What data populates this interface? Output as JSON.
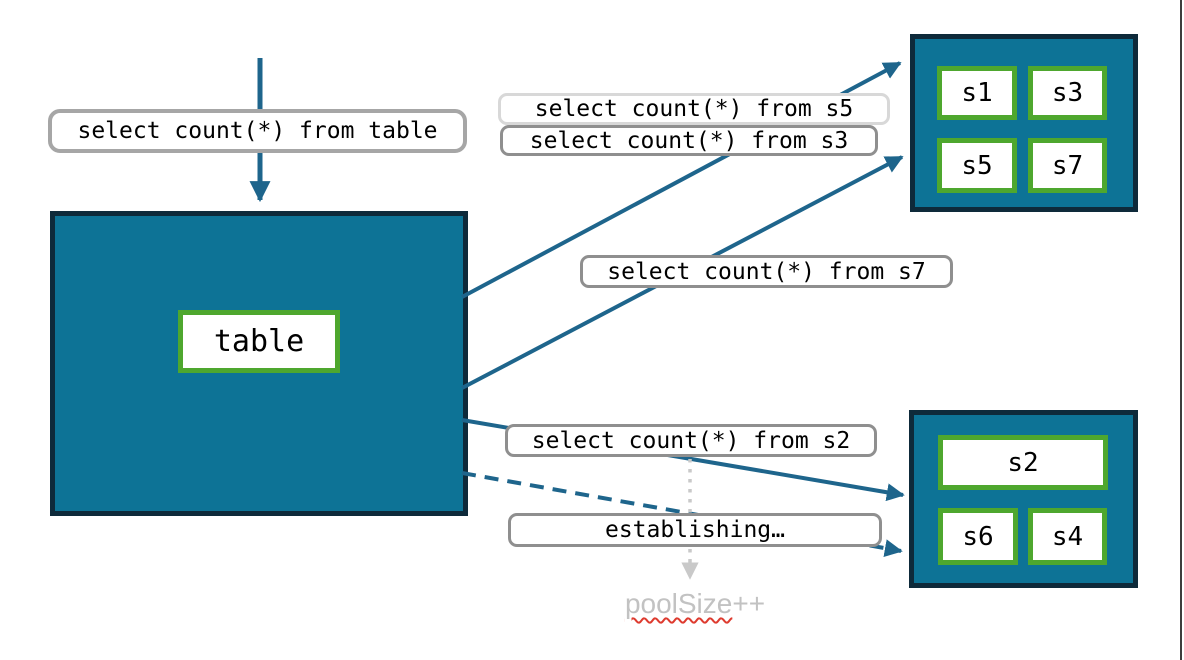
{
  "colors": {
    "node_fill": "#0d7396",
    "node_border": "#0e2a3a",
    "arrow": "#1e658c",
    "chip_border_green": "#4ea72e",
    "pill_border": "#8f8f8f",
    "pill_border_light": "#d8d8d8",
    "dotted_gray": "#c9c9c9",
    "pool_text_gray": "#c2c2c2",
    "squiggle_red": "#de3b2f"
  },
  "table_node": {
    "label": "table"
  },
  "shards": {
    "top": [
      "s1",
      "s3",
      "s5",
      "s7"
    ],
    "bottom": [
      "s2",
      "s6",
      "s4"
    ]
  },
  "queries": {
    "from_table": "select count(*) from table",
    "from_s5": "select count(*) from s5",
    "from_s3": "select count(*) from s3",
    "from_s7": "select count(*) from s7",
    "from_s2": "select count(*) from s2",
    "establishing": "establishing…"
  },
  "annotations": {
    "pool_size_word": "poolSize",
    "pool_size_suffix": "++"
  }
}
